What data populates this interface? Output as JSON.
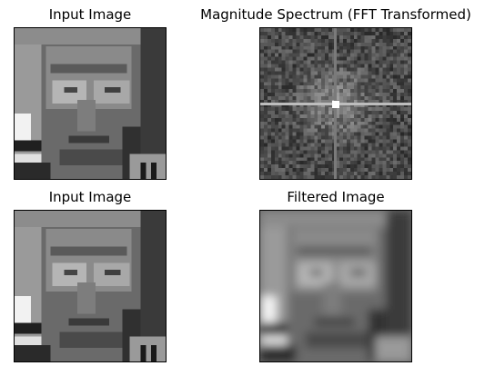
{
  "figure": {
    "panels": [
      {
        "id": "input-top",
        "title": "Input Image"
      },
      {
        "id": "spectrum",
        "title": "Magnitude Spectrum (FFT Transformed)"
      },
      {
        "id": "input-bottom",
        "title": "Input Image"
      },
      {
        "id": "filtered",
        "title": "Filtered Image"
      }
    ]
  }
}
